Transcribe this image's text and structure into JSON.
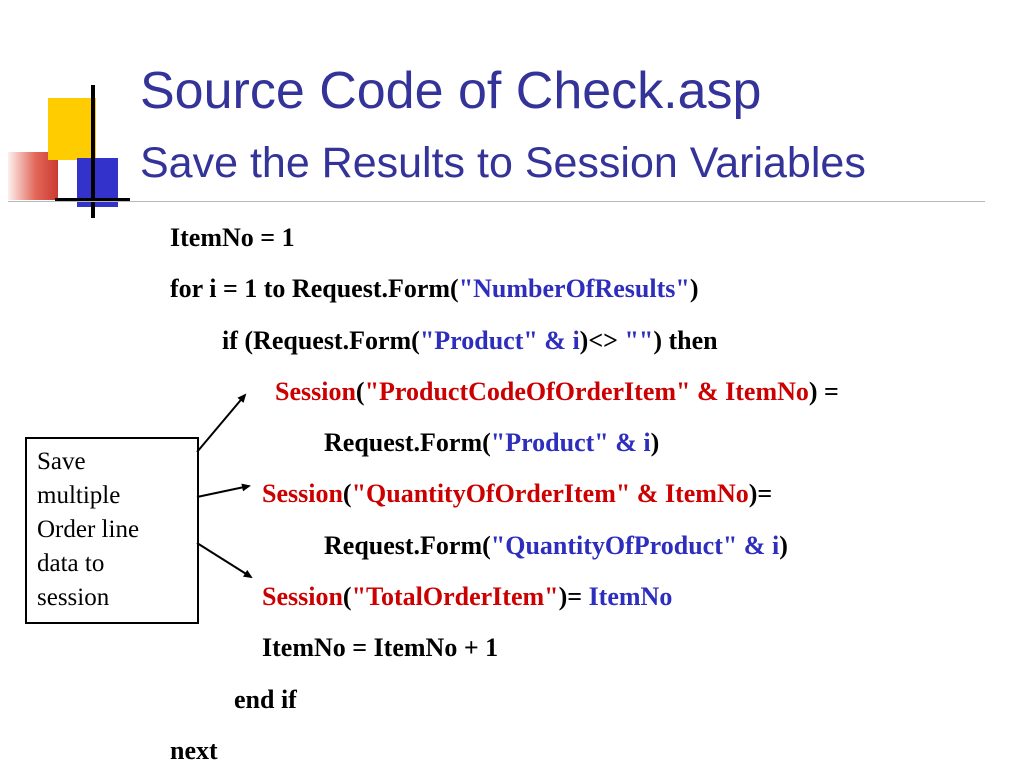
{
  "slide": {
    "title": "Source Code of Check.asp",
    "subtitle": "Save the Results to Session Variables"
  },
  "colors": {
    "title_blue": "#333399",
    "code_black": "#000000",
    "code_blue": "#2d2dbe",
    "code_red": "#cc0000",
    "decor_yellow": "#ffcc00",
    "decor_blue": "#3333cc",
    "decor_red": "#cc3a30"
  },
  "callout": {
    "text": "Save multiple Order line data to session"
  },
  "code": {
    "lines": [
      {
        "indent": 170,
        "segments": [
          {
            "text": "ItemNo = 1",
            "color": "code_black"
          }
        ]
      },
      {
        "indent": 170,
        "segments": [
          {
            "text": "for i = 1 to Request.Form(",
            "color": "code_black"
          },
          {
            "text": "\"NumberOfResults\"",
            "color": "code_blue"
          },
          {
            "text": ")",
            "color": "code_black"
          }
        ]
      },
      {
        "indent": 222,
        "segments": [
          {
            "text": "if (Request.Form(",
            "color": "code_black"
          },
          {
            "text": "\"Product\" & i",
            "color": "code_blue"
          },
          {
            "text": ")<> ",
            "color": "code_black"
          },
          {
            "text": "\"\"",
            "color": "code_blue"
          },
          {
            "text": ") then",
            "color": "code_black"
          }
        ]
      },
      {
        "indent": 275,
        "segments": [
          {
            "text": "Session",
            "color": "code_red"
          },
          {
            "text": "(",
            "color": "code_black"
          },
          {
            "text": "\"ProductCodeOfOrderItem\" & ItemNo",
            "color": "code_red"
          },
          {
            "text": ") =",
            "color": "code_black"
          }
        ]
      },
      {
        "indent": 324,
        "segments": [
          {
            "text": "Request.Form(",
            "color": "code_black"
          },
          {
            "text": "\"Product\" & i",
            "color": "code_blue"
          },
          {
            "text": ")",
            "color": "code_black"
          }
        ]
      },
      {
        "indent": 262,
        "segments": [
          {
            "text": "Session",
            "color": "code_red"
          },
          {
            "text": "(",
            "color": "code_black"
          },
          {
            "text": "\"QuantityOfOrderItem\" & ItemNo",
            "color": "code_red"
          },
          {
            "text": ")=",
            "color": "code_black"
          }
        ]
      },
      {
        "indent": 324,
        "segments": [
          {
            "text": "Request.Form(",
            "color": "code_black"
          },
          {
            "text": "\"QuantityOfProduct\" & i",
            "color": "code_blue"
          },
          {
            "text": ")",
            "color": "code_black"
          }
        ]
      },
      {
        "indent": 262,
        "segments": [
          {
            "text": "Session",
            "color": "code_red"
          },
          {
            "text": "(",
            "color": "code_black"
          },
          {
            "text": "\"TotalOrderItem\"",
            "color": "code_red"
          },
          {
            "text": ")= ",
            "color": "code_black"
          },
          {
            "text": "ItemNo",
            "color": "code_blue"
          }
        ]
      },
      {
        "indent": 262,
        "segments": [
          {
            "text": "ItemNo = ItemNo + 1",
            "color": "code_black"
          }
        ]
      },
      {
        "indent": 234,
        "segments": [
          {
            "text": "end if",
            "color": "code_black"
          }
        ]
      },
      {
        "indent": 170,
        "segments": [
          {
            "text": "next",
            "color": "code_black"
          }
        ]
      }
    ]
  }
}
